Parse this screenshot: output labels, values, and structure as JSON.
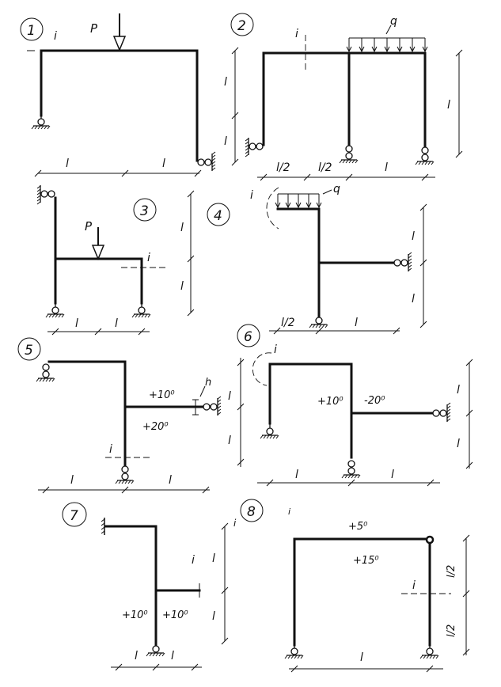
{
  "sheet": {
    "problems": [
      {
        "number": "1",
        "labels": {
          "stiffness": "i",
          "load": "P",
          "span_a": "l",
          "span_b": "l",
          "height_a": "l",
          "height_b": "l"
        }
      },
      {
        "number": "2",
        "labels": {
          "stiffness": "i",
          "load": "q",
          "span_a": "l/2",
          "span_b": "l/2",
          "span_c": "l",
          "height_a": "l"
        }
      },
      {
        "number": "3",
        "labels": {
          "stiffness": "i",
          "load": "P",
          "span_a": "l",
          "span_b": "l",
          "height_a": "l",
          "height_b": "l"
        }
      },
      {
        "number": "4",
        "labels": {
          "stiffness": "i",
          "load": "q",
          "span_a": "l/2",
          "span_b": "l",
          "height_a": "l",
          "height_b": "l"
        }
      },
      {
        "number": "5",
        "labels": {
          "stiffness": "i",
          "section": "h",
          "temp_top": "+10⁰",
          "temp_bottom": "+20⁰",
          "span_a": "l",
          "span_b": "l",
          "height_a": "l",
          "height_b": "l"
        }
      },
      {
        "number": "6",
        "labels": {
          "stiffness": "i",
          "temp_inside": "+10⁰",
          "temp_outside": "-20⁰",
          "span_a": "l",
          "span_b": "l",
          "height_a": "l",
          "height_b": "l"
        }
      },
      {
        "number": "7",
        "labels": {
          "stiffness": "i",
          "stiffness_b": "i",
          "temp_left": "+10⁰",
          "temp_right": "+10⁰",
          "span_a": "l",
          "span_b": "l",
          "height_a": "l",
          "height_b": "l"
        }
      },
      {
        "number": "8",
        "labels": {
          "stiffness": "i",
          "stiffness_b": "i",
          "temp_top": "+5⁰",
          "temp_inside": "+15⁰",
          "span_a": "l",
          "height_a": "l/2",
          "height_b": "l/2"
        }
      }
    ]
  },
  "style": {
    "line_color": "#111111",
    "background": "#ffffff"
  }
}
